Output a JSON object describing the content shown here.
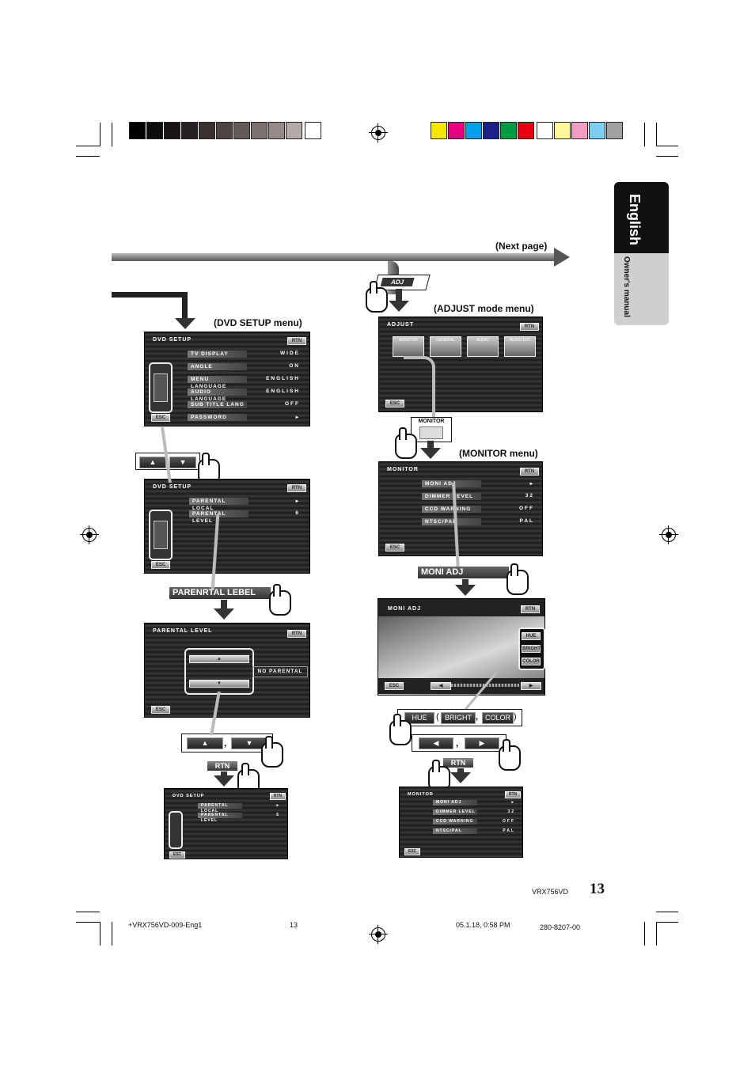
{
  "sidebar_tab": {
    "language": "English",
    "subtitle": "Owner's manual"
  },
  "captions": {
    "next_page": "(Next page)",
    "adjust_mode_menu": "(ADJUST mode menu)",
    "dvd_setup_menu": "(DVD SETUP menu)",
    "monitor_menu": "(MONITOR menu)"
  },
  "buttons": {
    "adj": "ADJ",
    "monitor": "MONITOR",
    "parental_level": "PARENRTAL LEBEL",
    "moni_adj": "MONI ADJ",
    "rtn": "RTN",
    "esc": "ESC",
    "hue": "HUE",
    "bright": "BRIGHT",
    "color": "COLOR",
    "no_parental": "NO PARENTAL",
    "comma": ","
  },
  "dvd_setup": {
    "title": "DVD SETUP",
    "rows": [
      {
        "label": "TV DISPLAY",
        "value": "WIDE"
      },
      {
        "label": "ANGLE",
        "value": "ON"
      },
      {
        "label": "MENU LANGUAGE",
        "value": "ENGLISH"
      },
      {
        "label": "AUDIO LANGUAGE",
        "value": "ENGLISH"
      },
      {
        "label": "SUB TITLE LANG",
        "value": "OFF"
      },
      {
        "label": "PASSWORD",
        "value": "▸"
      }
    ]
  },
  "dvd_setup_page2": {
    "title": "DVD SETUP",
    "rows": [
      {
        "label": "PARENTAL LOCAL",
        "value": "▸"
      },
      {
        "label": "PARENTAL LEVEL",
        "value": "6"
      }
    ]
  },
  "parental_level": {
    "title": "PARENTAL LEVEL"
  },
  "adjust": {
    "title": "ADJUST",
    "icons": [
      "MONITOR",
      "GENERAL",
      "AUDIO",
      "AUDIO EXT"
    ]
  },
  "monitor": {
    "title": "MONITOR",
    "rows": [
      {
        "label": "MONI ADJ",
        "value": "▸"
      },
      {
        "label": "DIMMER LEVEL",
        "value": "32"
      },
      {
        "label": "CCD WARNING",
        "value": "OFF"
      },
      {
        "label": "NTSC/PAL",
        "value": "PAL"
      }
    ]
  },
  "moni_adj": {
    "title": "MONI ADJ"
  },
  "footer": {
    "model": "VRX756VD",
    "page_number": "13",
    "file": "+VRX756VD-009-Eng1",
    "file_page": "13",
    "date": "05.1.18, 0:58 PM",
    "part_no": "280-8207-00"
  }
}
